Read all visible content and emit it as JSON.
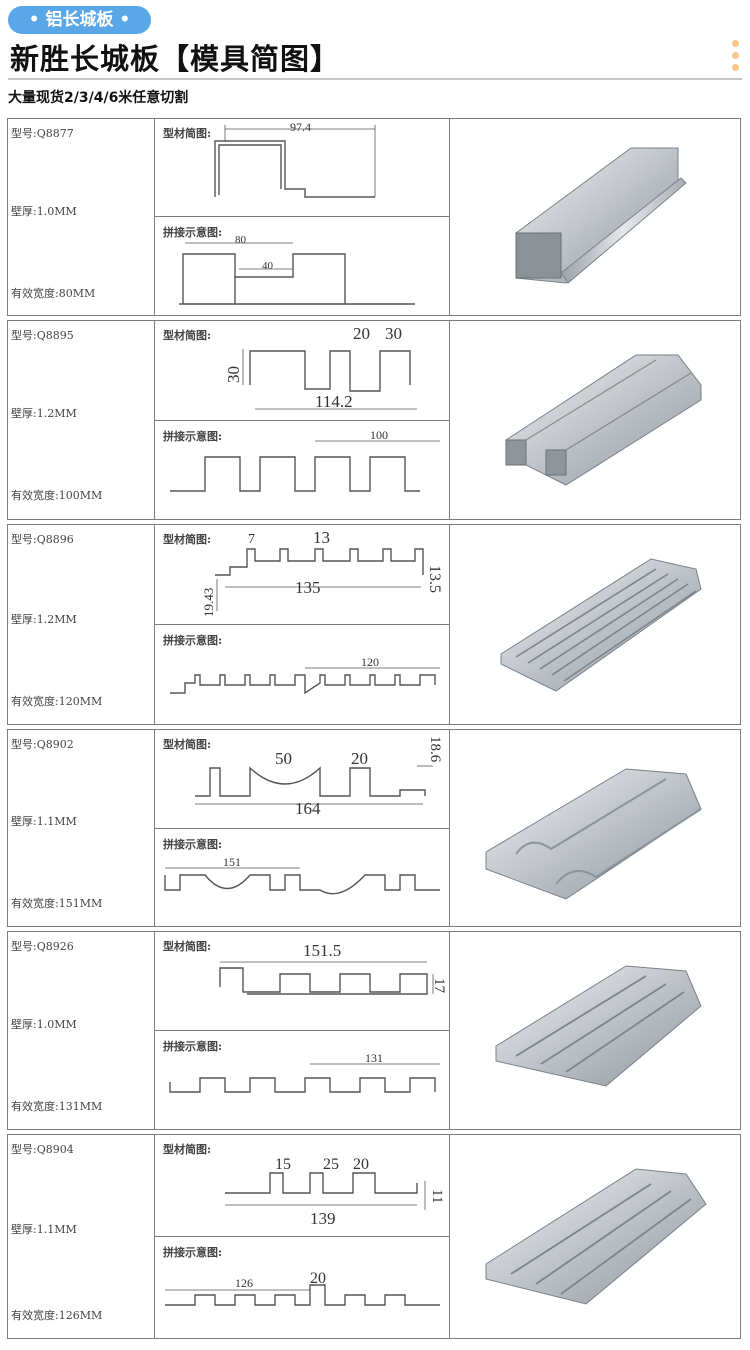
{
  "header": {
    "badge": "• 铝长城板 •",
    "title": "新胜长城板【模具简图】",
    "subtitle": "大量现货2/3/4/6米任意切割",
    "dot_colors": [
      "#f6c98a",
      "#f6c98a",
      "#f6c98a"
    ]
  },
  "labels": {
    "profile": "型材简图:",
    "splice": "拼接示意图:"
  },
  "products": [
    {
      "model": "型号:Q8877",
      "thickness": "壁厚:1.0MM",
      "width": "有效宽度:80MM",
      "dims_top": [
        "97.4"
      ],
      "dims_bottom": [
        "80",
        "40"
      ]
    },
    {
      "model": "型号:Q8895",
      "thickness": "壁厚:1.2MM",
      "width": "有效宽度:100MM",
      "dims_top": [
        "20",
        "30",
        "30",
        "114.2"
      ],
      "dims_bottom": [
        "100"
      ]
    },
    {
      "model": "型号:Q8896",
      "thickness": "壁厚:1.2MM",
      "width": "有效宽度:120MM",
      "dims_top": [
        "7",
        "13",
        "19.43",
        "135",
        "13.5"
      ],
      "dims_bottom": [
        "120"
      ]
    },
    {
      "model": "型号:Q8902",
      "thickness": "壁厚:1.1MM",
      "width": "有效宽度:151MM",
      "dims_top": [
        "50",
        "20",
        "18.6",
        "164"
      ],
      "dims_bottom": [
        "151"
      ]
    },
    {
      "model": "型号:Q8926",
      "thickness": "壁厚:1.0MM",
      "width": "有效宽度:131MM",
      "dims_top": [
        "151.5",
        "17"
      ],
      "dims_bottom": [
        "131"
      ]
    },
    {
      "model": "型号:Q8904",
      "thickness": "壁厚:1.1MM",
      "width": "有效宽度:126MM",
      "dims_top": [
        "15",
        "25",
        "20",
        "11",
        "139"
      ],
      "dims_bottom": [
        "126",
        "20"
      ]
    }
  ]
}
